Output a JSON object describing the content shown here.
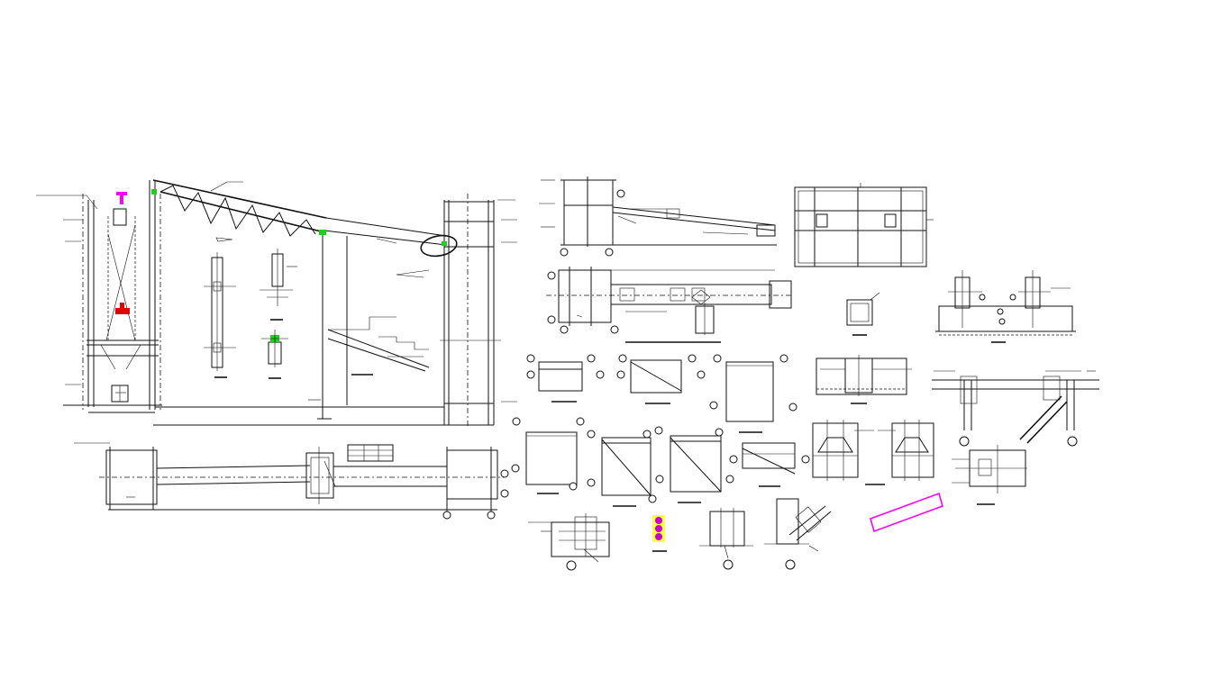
{
  "drawing": {
    "sheet_background": "#ffffff",
    "line_color": "#111111",
    "accent_colors": {
      "magenta": "#ff00ff",
      "red": "#e00000",
      "green": "#22cc22",
      "yellow": "#ffff44"
    },
    "views": [
      {
        "id": "conveyor-gallery-elevation"
      },
      {
        "id": "conveyor-gallery-plan"
      },
      {
        "id": "transfer-tower-elevation"
      },
      {
        "id": "transfer-tower-plan"
      },
      {
        "id": "roof-plan-panel"
      },
      {
        "id": "column-section"
      },
      {
        "id": "base-plate-details"
      },
      {
        "id": "gusset-plate-details"
      },
      {
        "id": "bracing-connection-details"
      },
      {
        "id": "magenta-highlight-plate"
      }
    ]
  }
}
